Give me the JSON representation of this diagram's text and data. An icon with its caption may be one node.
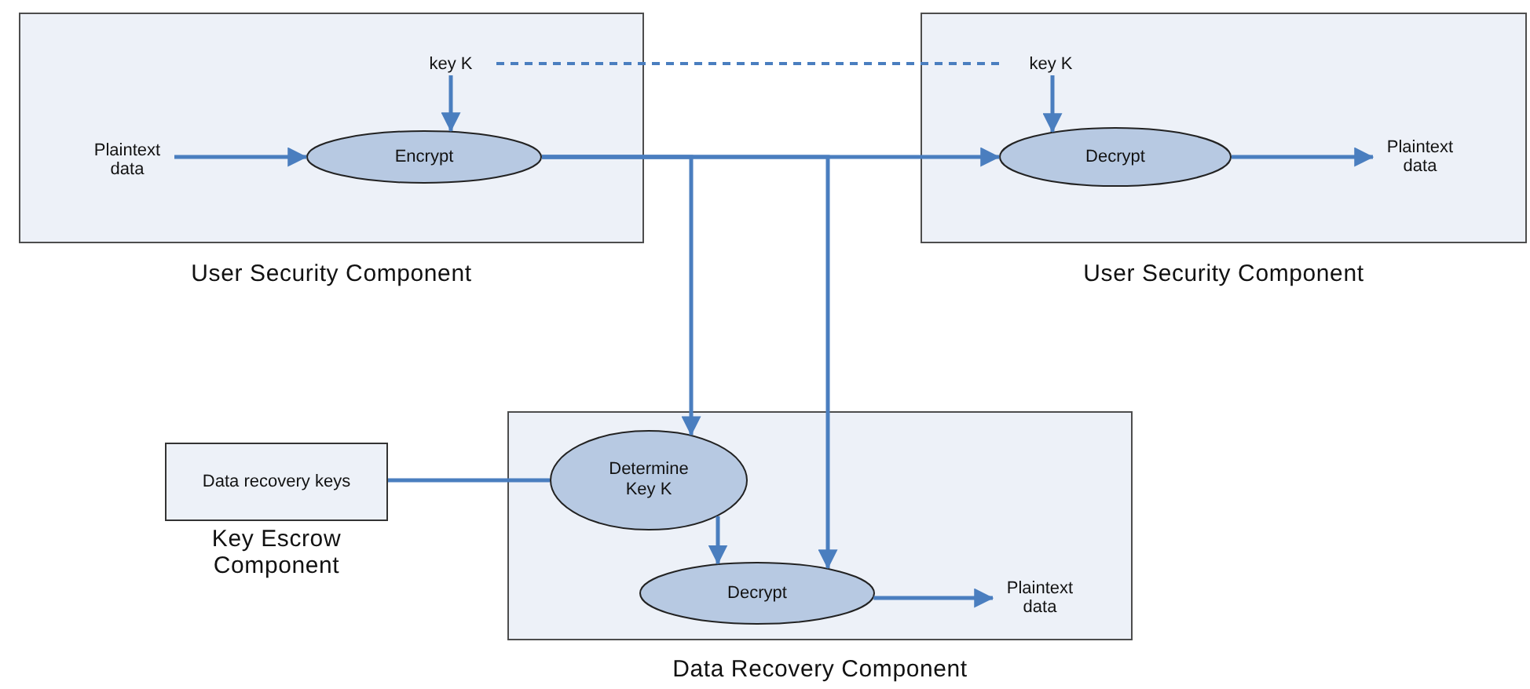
{
  "diagram": {
    "nodes": [
      {
        "text": [
          "User Security Component"
        ]
      },
      {
        "text": [
          "Plaintext data"
        ],
        "in": 0
      },
      {
        "text": [
          "key K"
        ],
        "in": 0
      },
      {
        "text": [
          "Encrypt"
        ],
        "in": 0
      },
      {
        "text": [
          "User Security Component"
        ]
      },
      {
        "text": [
          "key K"
        ],
        "in": 4
      },
      {
        "text": [
          "Decrypt"
        ],
        "in": 4
      },
      {
        "text": [
          "Plaintext data"
        ],
        "in": 4
      },
      {
        "text": [
          "Data recovery keys",
          "Key Escrow Component"
        ]
      },
      {
        "text": [
          "Data Recovery Component"
        ]
      },
      {
        "text": [
          "Determine Key K"
        ],
        "in": 9
      },
      {
        "text": [
          "Decrypt"
        ],
        "in": 9
      },
      {
        "text": [
          "Plaintext data"
        ],
        "in": 9
      }
    ],
    "edges": [
      {
        "from": 1,
        "to": 3,
        "arrow": "to"
      },
      {
        "from": 2,
        "to": 3,
        "arrow": "to"
      },
      {
        "from": 2,
        "to": 5,
        "arrow": "none",
        "style": "dashed"
      },
      {
        "from": 5,
        "to": 6,
        "arrow": "to"
      },
      {
        "from": 3,
        "to": 6,
        "arrow": "to"
      },
      {
        "from": 6,
        "to": 7,
        "arrow": "to"
      },
      {
        "from": 3,
        "to": 10,
        "arrow": "to"
      },
      {
        "from": 3,
        "to": 11,
        "arrow": "to"
      },
      {
        "from": 8,
        "to": 10,
        "arrow": "none"
      },
      {
        "from": 10,
        "to": 11,
        "arrow": "to"
      },
      {
        "from": 11,
        "to": 12,
        "arrow": "to"
      }
    ]
  }
}
